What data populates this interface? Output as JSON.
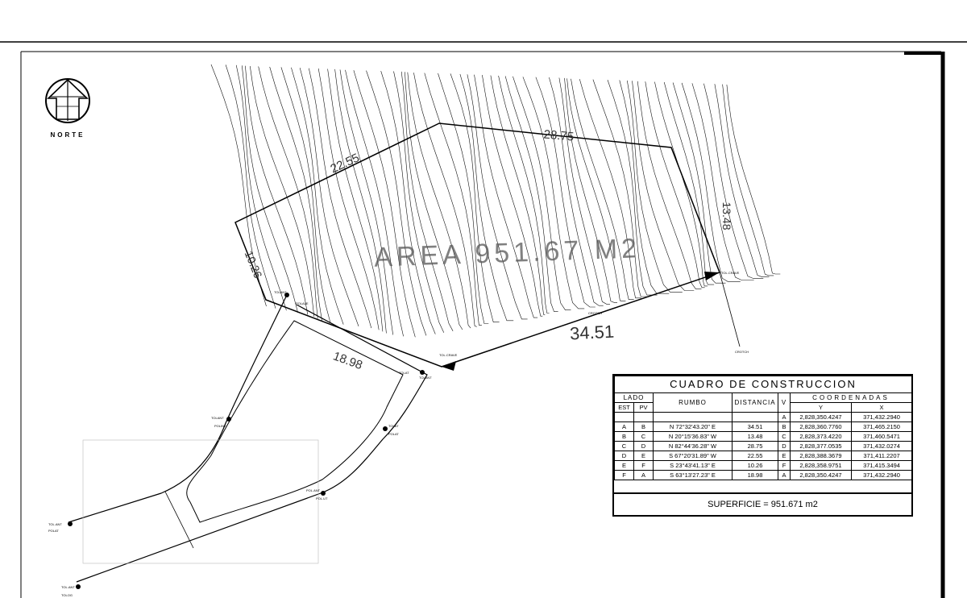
{
  "north_label": "NORTE",
  "area_label": "AREA 951.67 M2",
  "dimensions": {
    "d_a_b": "34.51",
    "d_b_c": "13.48",
    "d_c_d": "28.75",
    "d_d_e": "22.55",
    "d_e_f": "10.26",
    "d_f_a": "18.98"
  },
  "table": {
    "title": "CUADRO DE CONSTRUCCION",
    "lado": "LADO",
    "est": "EST",
    "pv": "PV",
    "rumbo": "RUMBO",
    "distancia": "DISTANCIA",
    "v": "V",
    "coordenadas": "COORDENADAS",
    "y": "Y",
    "x": "X",
    "first_row": {
      "v": "A",
      "y": "2,828,350.4247",
      "x": "371,432.2940"
    },
    "rows": [
      {
        "est": "A",
        "pv": "B",
        "rumbo": "N 72°32'43.20\" E",
        "distancia": "34.51",
        "v": "B",
        "y": "2,828,360.7760",
        "x": "371,465.2150"
      },
      {
        "est": "B",
        "pv": "C",
        "rumbo": "N 20°15'36.83\" W",
        "distancia": "13.48",
        "v": "C",
        "y": "2,828,373.4220",
        "x": "371,460.5471"
      },
      {
        "est": "C",
        "pv": "D",
        "rumbo": "N 82°44'36.28\" W",
        "distancia": "28.75",
        "v": "D",
        "y": "2,828,377.0535",
        "x": "371,432.0274"
      },
      {
        "est": "D",
        "pv": "E",
        "rumbo": "S 67°20'31.89\" W",
        "distancia": "22.55",
        "v": "E",
        "y": "2,828,388.3679",
        "x": "371,411.2207"
      },
      {
        "est": "E",
        "pv": "F",
        "rumbo": "S 23°43'41.13\" E",
        "distancia": "10.26",
        "v": "F",
        "y": "2,828,358.9751",
        "x": "371,415.3494"
      },
      {
        "est": "F",
        "pv": "A",
        "rumbo": "S 63°13'27.23\" E",
        "distancia": "18.98",
        "v": "A",
        "y": "2,828,350.4247",
        "x": "371,432.2940"
      }
    ],
    "superficie": "SUPERFICIE = 951.671 m2"
  }
}
